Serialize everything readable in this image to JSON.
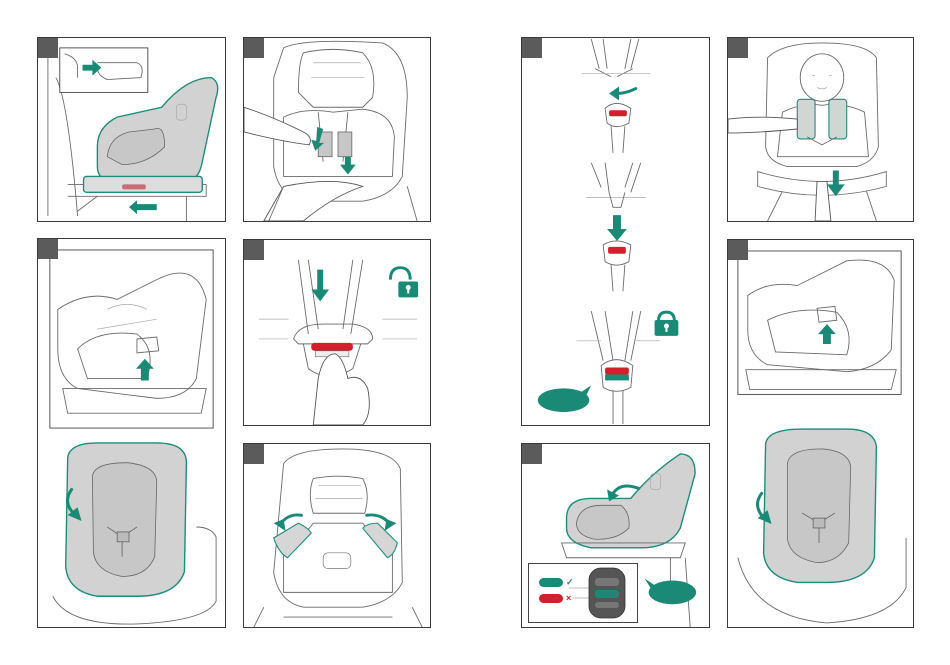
{
  "page": {
    "left_page_panels": [
      "step-1",
      "step-2",
      "step-3",
      "step-4",
      "step-5"
    ],
    "right_page_panels": [
      "step-6",
      "step-7",
      "step-8",
      "step-9"
    ]
  },
  "icons": {
    "lock_open": "unlocked-padlock-icon",
    "lock_closed": "locked-padlock-icon",
    "arrow": "teal-arrow-icon",
    "check": "✓",
    "cross": "×"
  },
  "colors": {
    "accent": "#1a8a77",
    "warning": "#d11f2c",
    "step_marker": "#5b5b5b",
    "line": "#6a6a6a"
  },
  "indicator": {
    "ok_symbol": "✓",
    "bad_symbol": "×"
  }
}
